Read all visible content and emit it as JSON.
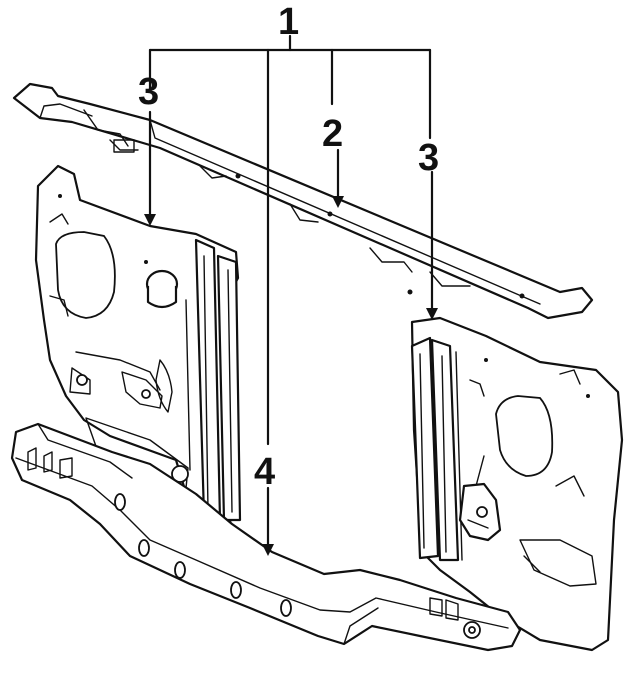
{
  "callouts": [
    {
      "id": "1",
      "label": "1"
    },
    {
      "id": "2",
      "label": "2"
    },
    {
      "id": "3a",
      "label": "3"
    },
    {
      "id": "3b",
      "label": "3"
    },
    {
      "id": "4",
      "label": "4"
    }
  ],
  "colors": {
    "ink": "#111111",
    "background": "#ffffff"
  }
}
